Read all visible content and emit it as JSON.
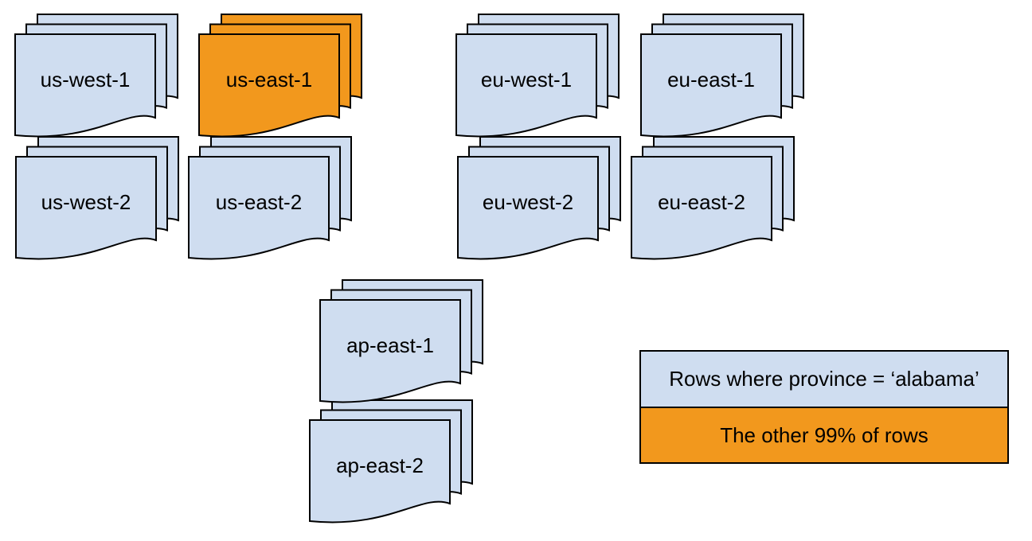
{
  "diagram": {
    "description_visible_text_only": true
  },
  "stacks": [
    {
      "id": "us-west-1",
      "label": "us-west-1",
      "color": "#CFDDF0"
    },
    {
      "id": "us-east-1",
      "label": "us-east-1",
      "color": "#F2981D"
    },
    {
      "id": "eu-west-1",
      "label": "eu-west-1",
      "color": "#CFDDF0"
    },
    {
      "id": "eu-east-1",
      "label": "eu-east-1",
      "color": "#CFDDF0"
    },
    {
      "id": "us-west-2",
      "label": "us-west-2",
      "color": "#CFDDF0"
    },
    {
      "id": "us-east-2",
      "label": "us-east-2",
      "color": "#CFDDF0"
    },
    {
      "id": "eu-west-2",
      "label": "eu-west-2",
      "color": "#CFDDF0"
    },
    {
      "id": "eu-east-2",
      "label": "eu-east-2",
      "color": "#CFDDF0"
    },
    {
      "id": "ap-east-1",
      "label": "ap-east-1",
      "color": "#CFDDF0"
    },
    {
      "id": "ap-east-2",
      "label": "ap-east-2",
      "color": "#CFDDF0"
    }
  ],
  "legend": {
    "items": [
      {
        "label": "Rows where province = ‘alabama’",
        "color": "#CFDDF0"
      },
      {
        "label": "The other 99% of rows",
        "color": "#F2981D"
      }
    ]
  },
  "colors": {
    "region_fill": "#CFDDF0",
    "highlight_fill": "#F2981D",
    "stroke": "#000000",
    "background": "#FFFFFF",
    "text": "#000000"
  }
}
